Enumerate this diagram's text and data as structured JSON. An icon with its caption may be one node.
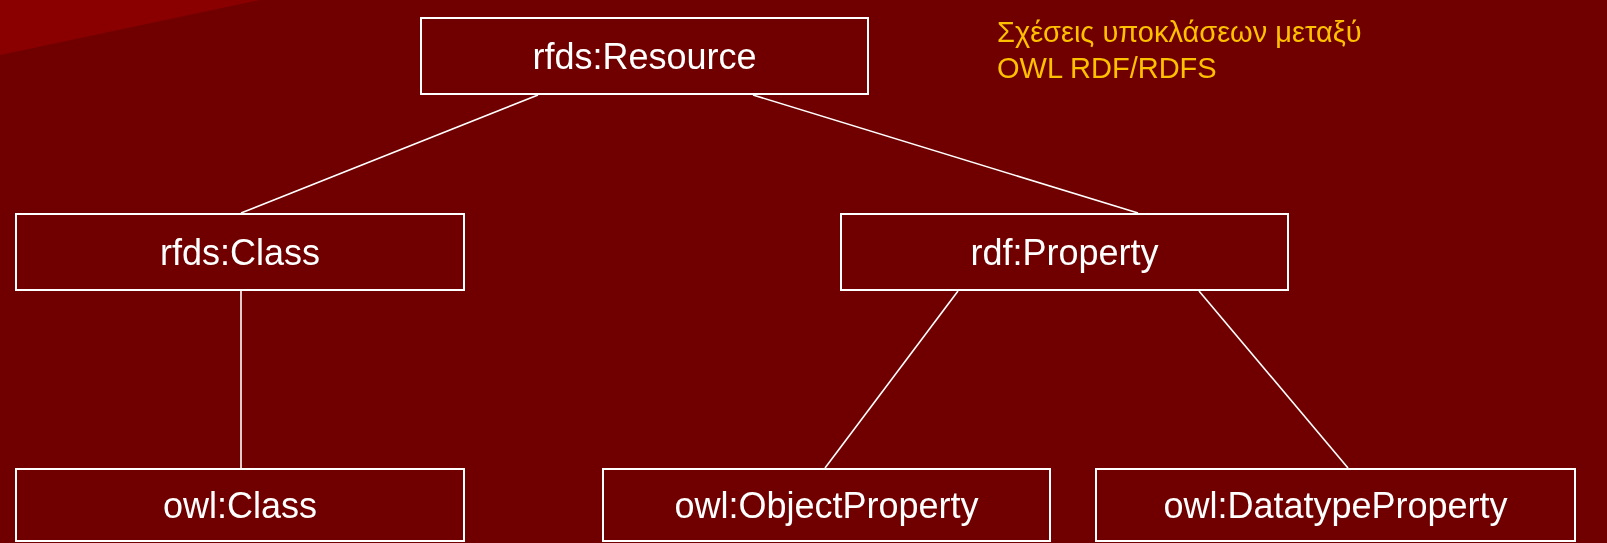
{
  "diagram": {
    "title": "Σχέσεις υποκλάσεων μεταξύ OWL RDF/RDFS",
    "nodes": [
      {
        "text": [
          "rfds:Resource"
        ]
      },
      {
        "text": [
          "rfds:Class"
        ]
      },
      {
        "text": [
          "rdf:Property"
        ]
      },
      {
        "text": [
          "owl:Class"
        ]
      },
      {
        "text": [
          "owl:ObjectProperty"
        ]
      },
      {
        "text": [
          "owl:DatatypeProperty"
        ]
      }
    ],
    "edges": [
      {
        "from": 0,
        "to": 1,
        "arrow": "none"
      },
      {
        "from": 0,
        "to": 2,
        "arrow": "none"
      },
      {
        "from": 1,
        "to": 3,
        "arrow": "none"
      },
      {
        "from": 2,
        "to": 4,
        "arrow": "none"
      },
      {
        "from": 2,
        "to": 5,
        "arrow": "none"
      }
    ]
  }
}
